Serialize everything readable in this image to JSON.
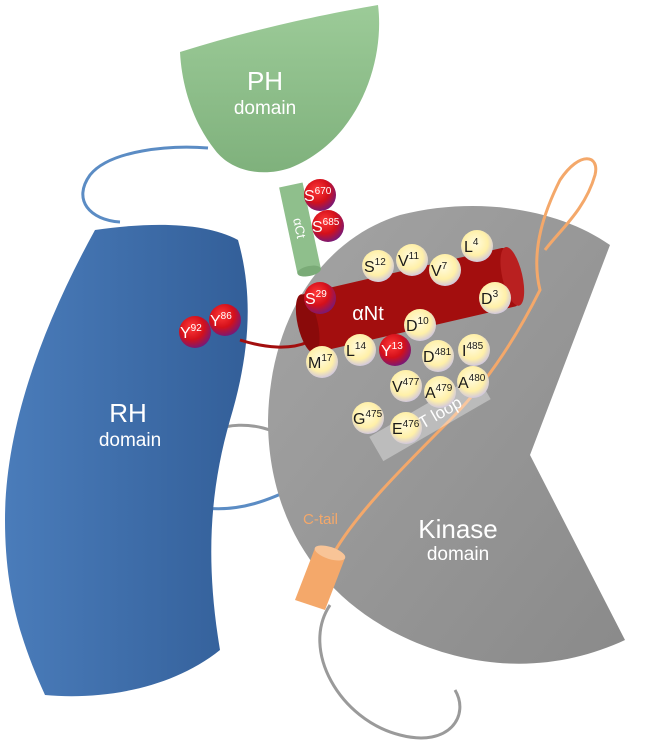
{
  "domains": {
    "ph": {
      "title": "PH",
      "subtitle": "domain"
    },
    "rh": {
      "title": "RH",
      "subtitle": "domain"
    },
    "kinase": {
      "title": "Kinase",
      "subtitle": "domain"
    }
  },
  "helix_n": "αNt",
  "helix_c": "αCt",
  "loop_label": "AST loop",
  "ctail_label": "C-tail",
  "residues": {
    "s670": {
      "aa": "S",
      "num": "670"
    },
    "s685": {
      "aa": "S",
      "num": "685"
    },
    "y92": {
      "aa": "Y",
      "num": "92"
    },
    "y86": {
      "aa": "Y",
      "num": "86"
    },
    "s29": {
      "aa": "S",
      "num": "29"
    },
    "y13": {
      "aa": "Y",
      "num": "13"
    },
    "s12": {
      "aa": "S",
      "num": "12"
    },
    "v11": {
      "aa": "V",
      "num": "11"
    },
    "v7": {
      "aa": "V",
      "num": "7"
    },
    "l4": {
      "aa": "L",
      "num": "4"
    },
    "d3": {
      "aa": "D",
      "num": "3"
    },
    "d10": {
      "aa": "D",
      "num": "10"
    },
    "l14": {
      "aa": "L",
      "num": "14"
    },
    "m17": {
      "aa": "M",
      "num": "17"
    },
    "d481": {
      "aa": "D",
      "num": "481"
    },
    "i485": {
      "aa": "I",
      "num": "485"
    },
    "v477": {
      "aa": "V",
      "num": "477"
    },
    "a479": {
      "aa": "A",
      "num": "479"
    },
    "a480": {
      "aa": "A",
      "num": "480"
    },
    "g475": {
      "aa": "G",
      "num": "475"
    },
    "e476": {
      "aa": "E",
      "num": "476"
    }
  },
  "colors": {
    "ph_fill": "#8fbf8c",
    "rh_fill": "#3e6fae",
    "kinase_fill": "#9a9a9a",
    "helix_fill": "#a30e0e",
    "phospho_red": "#e0121c",
    "phospho_purple": "#7a1d86",
    "pale_yellow": "#fff2b0",
    "linker_blue": "#5b8cc4",
    "linker_gray": "#9a9a9a",
    "ctail_orange": "#f4a86a"
  }
}
